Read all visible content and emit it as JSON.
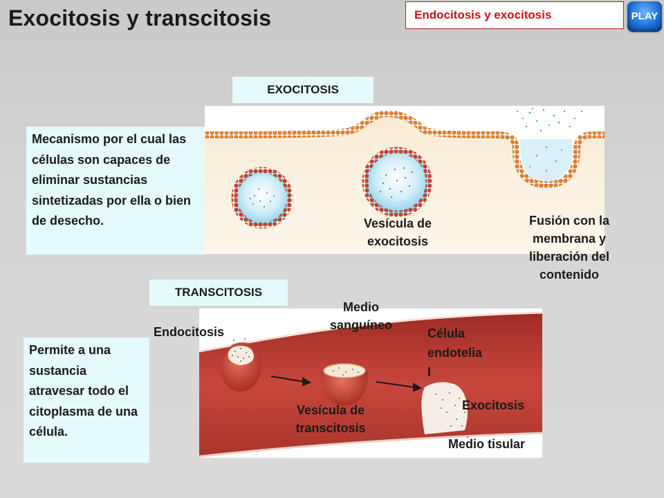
{
  "header": {
    "title": "Exocitosis y transcitosis",
    "nav_link": "Endocitosis y exocitosis",
    "play_label": "PLAY"
  },
  "exocitosis": {
    "tab_label": "EXOCITOSIS",
    "description": "Mecanismo por el cual las células son capaces de eliminar sustancias sintetizadas por ella o bien de desecho.",
    "label_vesicle_line1": "Vesícula de",
    "label_vesicle_line2": "exocitosis",
    "label_fusion_line1": "Fusión con la",
    "label_fusion_line2": "membrana y",
    "label_fusion_line3": "liberación del",
    "label_fusion_line4": "contenido"
  },
  "transcitosis": {
    "tab_label": "TRANSCITOSIS",
    "description": "Permite a una sustancia atravesar todo el citoplasma de una célula.",
    "label_endocitosis": "Endocitosis",
    "label_medio_sanguineo_line1": "Medio",
    "label_medio_sanguineo_line2": "sanguíneo",
    "label_celula_line1": "Célula",
    "label_celula_line2": "endotelia",
    "label_celula_line3": "l",
    "label_vesicle_line1": "Vesícula de",
    "label_vesicle_line2": "transcitosis",
    "label_exocitosis": "Exocitosis",
    "label_medio_tisular": "Medio tisular"
  },
  "colors": {
    "membrane_orange": "#e8862a",
    "membrane_red": "#c9302c",
    "vesicle_blue": "#a8dcef",
    "cell_red": "#b83a32",
    "info_bg": "#e5fafa",
    "nav_text": "#d01010"
  }
}
